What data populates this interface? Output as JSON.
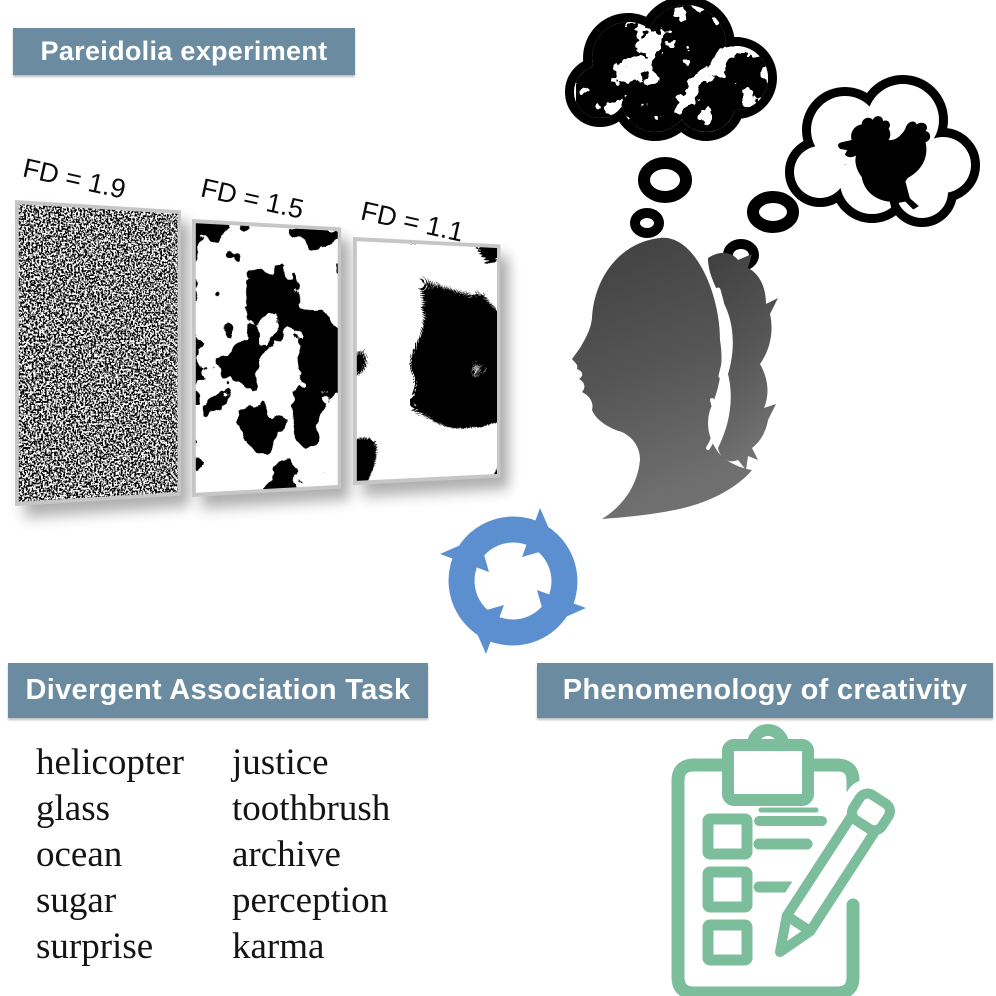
{
  "figure": {
    "title_top": "Pareidolia experiment",
    "title_bottom_left": "Divergent Association Task",
    "title_bottom_right": "Phenomenology of creativity"
  },
  "panels": [
    {
      "label": "FD = 1.9",
      "fractal_dimension": 1.9,
      "style": "fine black-white fractal noise"
    },
    {
      "label": "FD = 1.5",
      "fractal_dimension": 1.5,
      "style": "medium black-white fractal blobs"
    },
    {
      "label": "FD = 1.1",
      "fractal_dimension": 1.1,
      "style": "large smooth black-white regions"
    }
  ],
  "dat_words": {
    "col1": [
      "helicopter",
      "glass",
      "ocean",
      "sugar",
      "surprise"
    ],
    "col2": [
      "justice",
      "toothbrush",
      "archive",
      "perception",
      "karma"
    ]
  },
  "icons": {
    "thought_bubble_left": "fractal-thought-bubble",
    "thought_bubble_right": "chicken-thought-bubble",
    "head": "woman-profile-silhouette",
    "cycle": "circular-arrows-cycle",
    "clipboard": "checklist-clipboard-with-pencil"
  },
  "colors": {
    "header_bg": "#6a8ba0",
    "header_text": "#ffffff",
    "clipboard_green": "#7cbd9c",
    "cycle_blue_top": "#5b8fd0",
    "cycle_blue_mid": "#3e69b0",
    "cycle_green_bottom": "#72c69e",
    "silhouette_dark": "#3f3f3f",
    "silhouette_light": "#707070",
    "ink": "#000000"
  }
}
